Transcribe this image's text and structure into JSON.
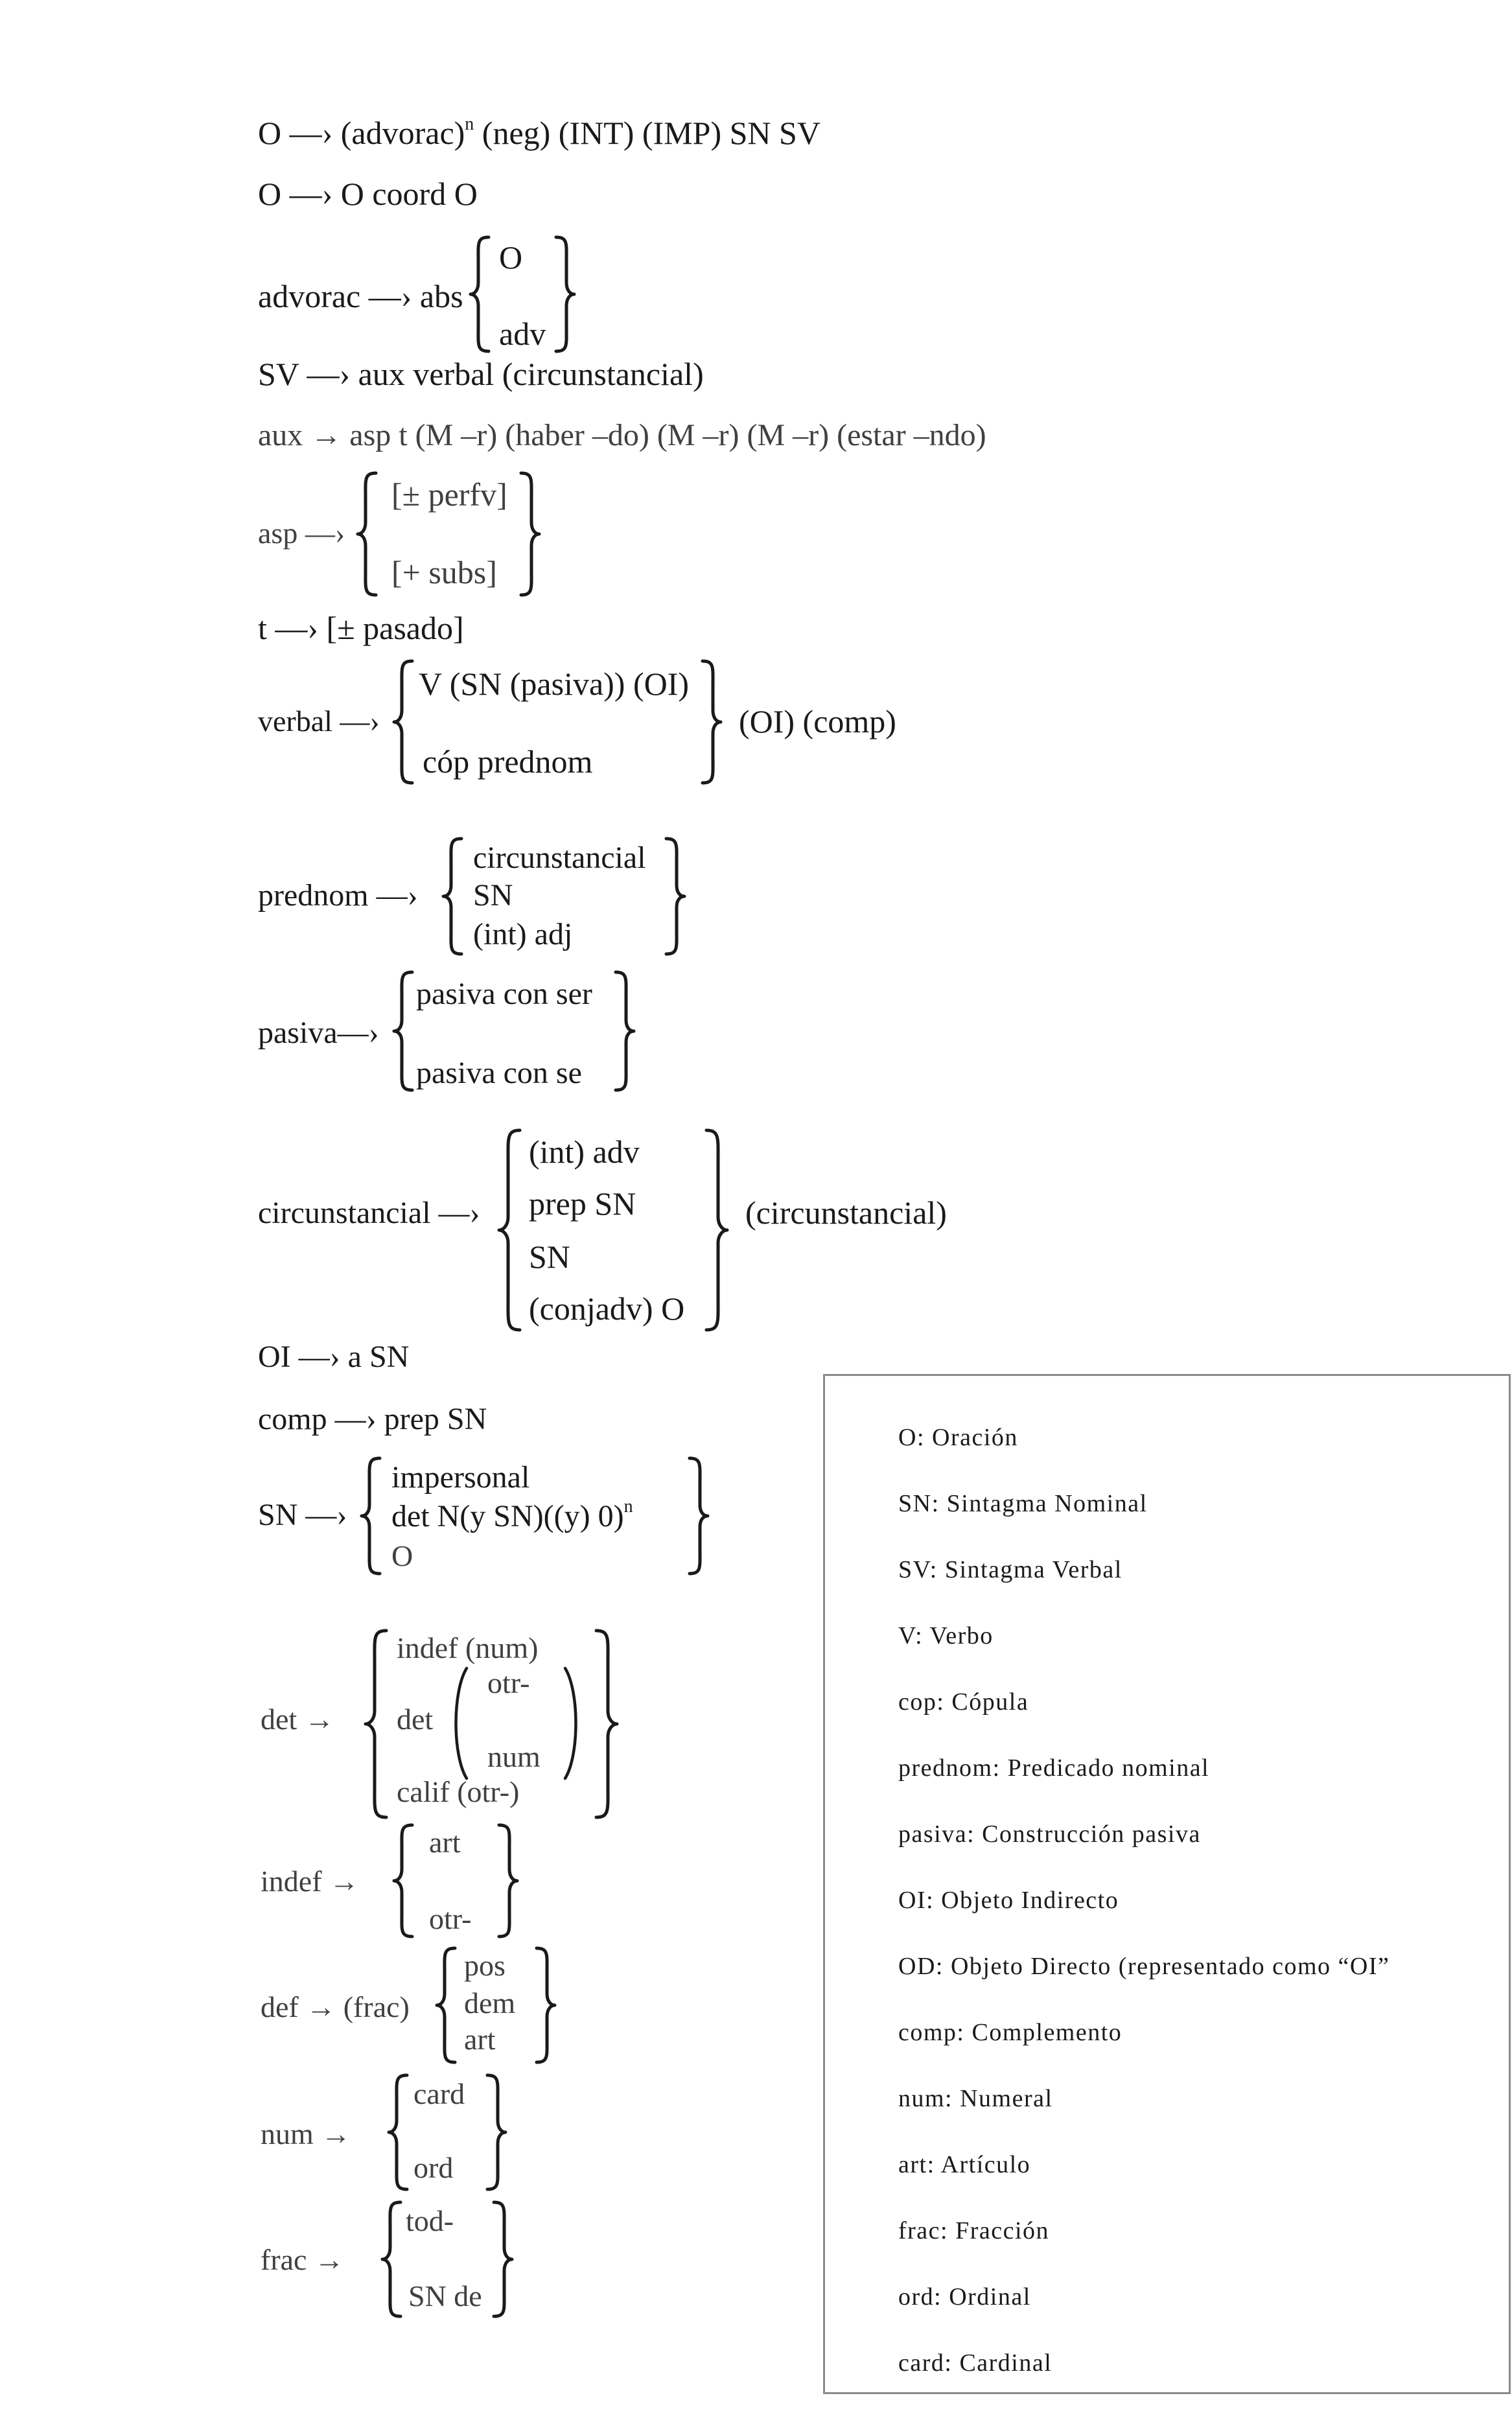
{
  "rules": {
    "r1": {
      "lhs": "O",
      "arrow": "—›",
      "rhs": "(advorac)",
      "sup": "n",
      "rest": " (neg) (INT) (IMP) SN SV"
    },
    "r2": {
      "text": "O —› O coord O"
    },
    "advorac": {
      "lhs": "advorac —› abs",
      "opts": [
        "O",
        "adv"
      ]
    },
    "sv": {
      "text": "SV —› aux verbal (circunstancial)"
    },
    "aux": {
      "text": "aux → asp t (M –r) (haber –do) (M –r) (M –r) (estar –ndo)"
    },
    "asp": {
      "lhs": "asp —›",
      "opts": [
        "[± perfv]",
        "[+ subs]"
      ]
    },
    "t": {
      "text": "t —› [± pasado]"
    },
    "verbal": {
      "lhs": "verbal —›",
      "opts": [
        "V (SN (pasiva)) (OI)",
        "cóp prednom"
      ],
      "after": "(OI) (comp)"
    },
    "prednom": {
      "lhs": "prednom —›",
      "opts": [
        "circunstancial",
        "SN",
        "(int) adj"
      ]
    },
    "pasiva": {
      "lhs": "pasiva—›",
      "opts": [
        "pasiva con ser",
        "pasiva con se"
      ]
    },
    "circ": {
      "lhs": "circunstancial —›",
      "opts": [
        "(int) adv",
        "prep SN",
        "SN",
        "(conjadv) O"
      ],
      "after": "(circunstancial)"
    },
    "oi": {
      "text": "OI —› a SN"
    },
    "comp": {
      "text": "comp —› prep SN"
    },
    "sn": {
      "lhs": "SN —›",
      "opts": [
        "impersonal",
        "det N(y SN)((y) 0)",
        "O"
      ],
      "sup": "n"
    },
    "det": {
      "lhs": "det →",
      "opt1": "indef (num)",
      "inner_det": "det",
      "inner_opts": [
        "otr-",
        "num"
      ],
      "opt3": "calif  (otr-)"
    },
    "indef": {
      "lhs": "indef →",
      "opts": [
        "art",
        "otr-"
      ]
    },
    "def": {
      "lhs": "def → (frac)",
      "opts": [
        "pos",
        "dem",
        "art"
      ]
    },
    "num": {
      "lhs": "num →",
      "opts": [
        "card",
        "ord"
      ]
    },
    "frac": {
      "lhs": "frac →",
      "opts": [
        "tod-",
        "SN de"
      ]
    }
  },
  "legend": [
    "O: Oración",
    "SN: Sintagma Nominal",
    "SV: Sintagma Verbal",
    "V: Verbo",
    "cop: Cópula",
    "prednom: Predicado nominal",
    "pasiva: Construcción pasiva",
    "OI: Objeto Indirecto",
    "OD: Objeto Directo (representado como “OI”",
    "comp: Complemento",
    "num: Numeral",
    "art: Artículo",
    "frac: Fracción",
    "ord: Ordinal",
    "card: Cardinal"
  ]
}
